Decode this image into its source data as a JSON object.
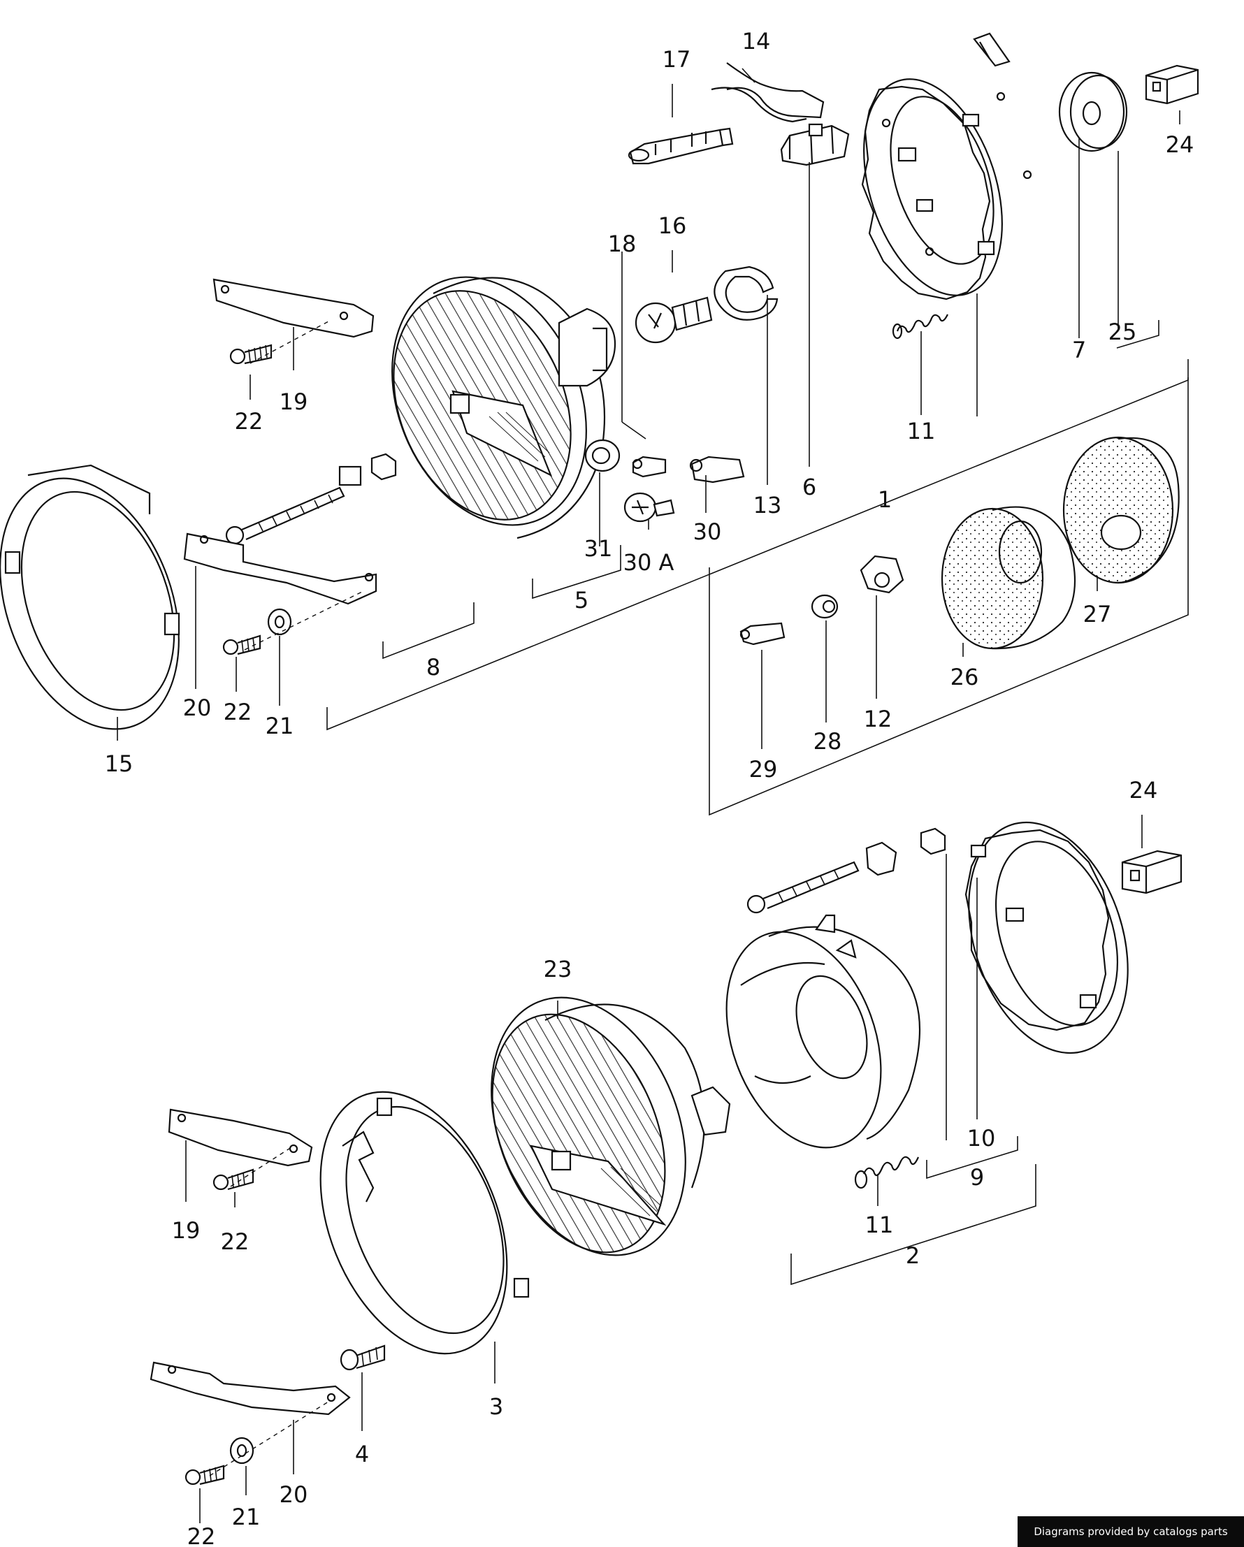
{
  "callouts": [
    "14",
    "17",
    "24",
    "16",
    "18",
    "19",
    "22",
    "7",
    "25",
    "11",
    "13",
    "6",
    "1",
    "31",
    "30",
    "30 A",
    "5",
    "15",
    "20",
    "22",
    "21",
    "8",
    "26",
    "27",
    "12",
    "28",
    "29",
    "24",
    "23",
    "19",
    "22",
    "10",
    "9",
    "11",
    "2",
    "3",
    "4",
    "20",
    "21",
    "22"
  ],
  "credit": "Diagrams provided by catalogs parts"
}
